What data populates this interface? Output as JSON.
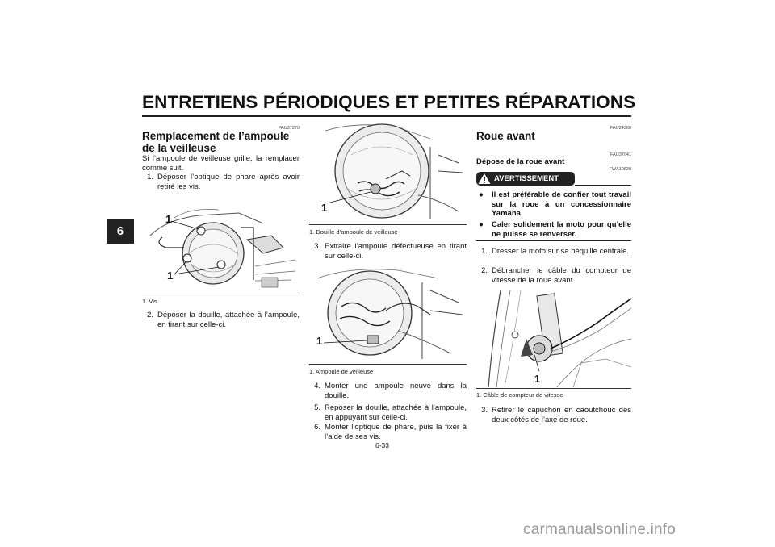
{
  "header": {
    "title": "ENTRETIENS PÉRIODIQUES ET PETITES RÉPARATIONS"
  },
  "chapter_tab": "6",
  "page_number": "6-33",
  "watermark": "carmanualsonline.info",
  "col1": {
    "code": "FAU37270",
    "heading": "Remplacement de l’ampoule de la veilleuse",
    "intro": "Si l’ampoule de veilleuse grille, la remplacer comme suit.",
    "step1": {
      "num": "1.",
      "text": "Déposer l’optique de phare après avoir retiré les vis."
    },
    "figure": {
      "callout_top": "1",
      "callout_bottom": "1",
      "caption": "1. Vis"
    },
    "step2": {
      "num": "2.",
      "text": "Déposer la douille, attachée à l’ampoule, en tirant sur celle-ci."
    }
  },
  "col2": {
    "figure1": {
      "callout": "1",
      "caption": "1. Douille d’ampoule de veilleuse"
    },
    "step3": {
      "num": "3.",
      "text": "Extraire l’ampoule défectueuse en tirant sur celle-ci."
    },
    "figure2": {
      "callout": "1",
      "caption": "1. Ampoule de veilleuse"
    },
    "step4": {
      "num": "4.",
      "text": "Monter une ampoule neuve dans la douille."
    },
    "step5": {
      "num": "5.",
      "text": "Reposer la douille, attachée à l’ampoule, en appuyant sur celle-ci."
    },
    "step6": {
      "num": "6.",
      "text": "Monter l’optique de phare, puis la fixer à l’aide de ses vis."
    }
  },
  "col3": {
    "code1": "FAU24360",
    "heading": "Roue avant",
    "code2": "FAU37041",
    "subheading": "Dépose de la roue avant",
    "code3": "FWA10820",
    "warning_label": "AVERTISSEMENT",
    "bullets": [
      "Il est préférable de confier tout travail sur la roue à un concessionnaire Yamaha.",
      "Caler solidement la moto pour qu’elle ne puisse se renverser."
    ],
    "step1": {
      "num": "1.",
      "text": "Dresser la moto sur sa béquille centrale."
    },
    "step2": {
      "num": "2.",
      "text": "Débrancher le câble du compteur de vitesse de la roue avant."
    },
    "figure": {
      "callout": "1",
      "caption": "1. Câble de compteur de vitesse"
    },
    "step3": {
      "num": "3.",
      "text": "Retirer le capuchon en caoutchouc des deux côtés de l’axe de roue."
    }
  }
}
